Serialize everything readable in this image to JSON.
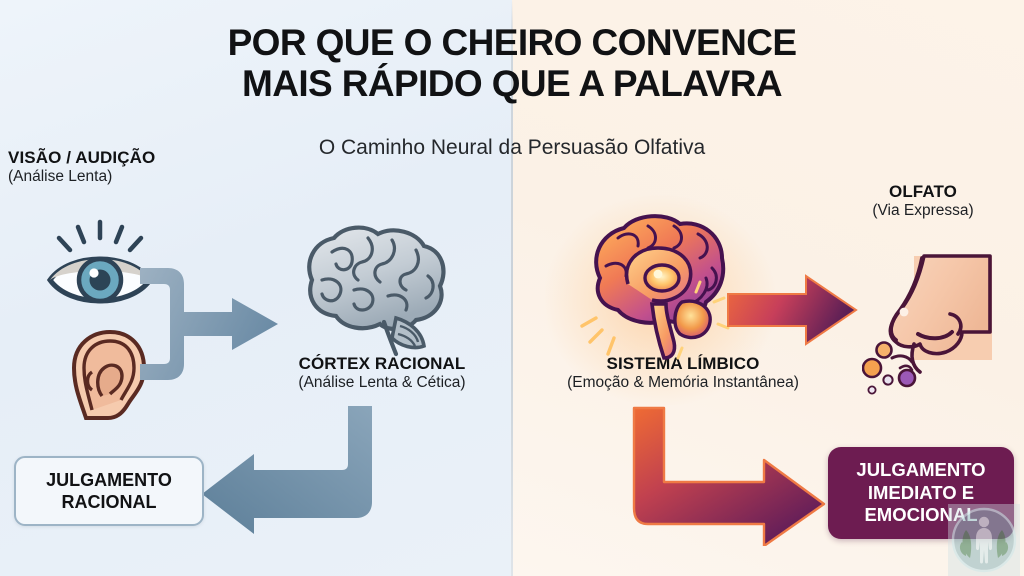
{
  "header": {
    "title_line1": "POR QUE O CHEIRO CONVENCE",
    "title_line2": "MAIS RÁPIDO QUE A PALAVRA",
    "subtitle": "O Caminho Neural da Persuasão Olfativa"
  },
  "left_path": {
    "sense_label": "VISÃO / AUDIÇÃO",
    "sense_sublabel": "(Análise Lenta)",
    "brain_label": "CÓRTEX RACIONAL",
    "brain_sublabel": "(Análise Lenta & Cética)",
    "outcome_line1": "JULGAMENTO",
    "outcome_line2": "RACIONAL",
    "icons": [
      "eye-icon",
      "ear-icon",
      "gray-brain-icon"
    ],
    "arrows": [
      "merge-arrow-right",
      "elbow-arrow-left"
    ]
  },
  "right_path": {
    "sense_label": "OLFATO",
    "sense_sublabel": "(Via Expressa)",
    "brain_label": "SISTEMA LÍMBICO",
    "brain_sublabel": "(Emoção & Memória Instantânea)",
    "outcome_line1": "JULGAMENTO",
    "outcome_line2": "IMEDIATO E",
    "outcome_line3": "EMOCIONAL",
    "icons": [
      "limbic-brain-icon",
      "nose-icon"
    ],
    "arrows": [
      "arrow-right-red",
      "elbow-arrow-right-red"
    ]
  },
  "watermark": {
    "icon": "figure-laurel-logo"
  },
  "colors": {
    "bg_left": "#e9f0f8",
    "bg_right": "#fbf2e7",
    "arrow_blue": "#7d96ab",
    "arrow_red": "#e8603c",
    "arrow_purple": "#5d1f58",
    "box_purple": "#6d1c51",
    "box_border_blue": "#9db4c6",
    "title_text": "#111214"
  }
}
